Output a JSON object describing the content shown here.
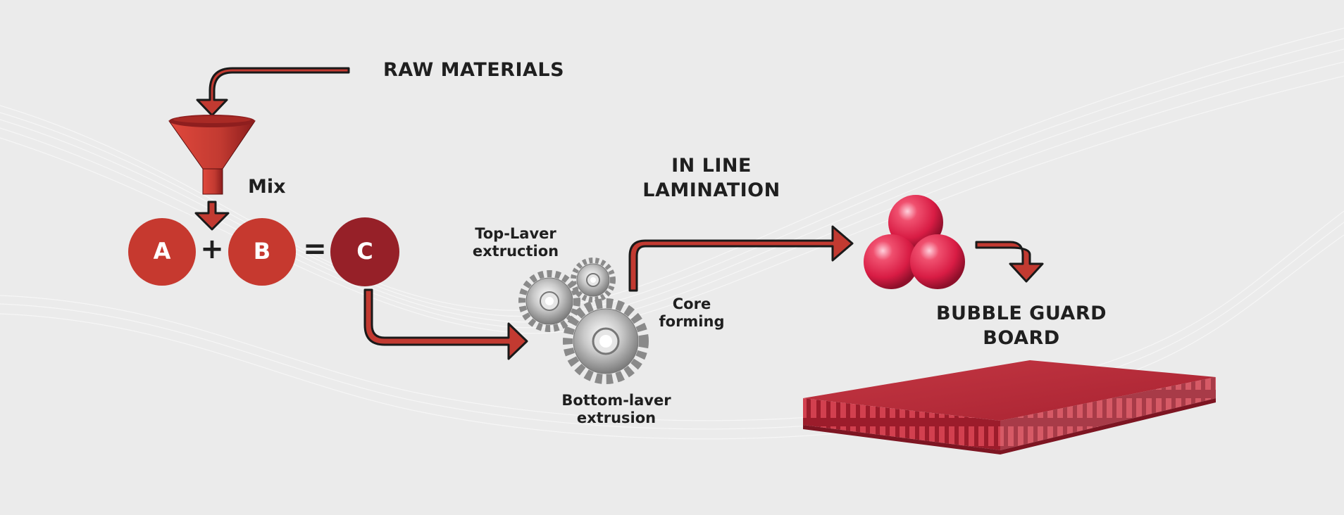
{
  "labels": {
    "raw_materials": "RAW MATERIALS",
    "mix": "Mix",
    "circle_a": "A",
    "circle_b": "B",
    "circle_c": "C",
    "plus": "+",
    "equals": "=",
    "top_layer": "Top-Laver\nextruction",
    "in_line": "IN LINE\nLAMINATION",
    "core_forming": "Core\nforming",
    "bottom_layer": "Bottom-laver\nextrusion",
    "bubble_guard": "BUBBLE GUARD\nBOARD"
  },
  "colors": {
    "background": "#ebebeb",
    "arrow_fill": "#c23a31",
    "arrow_outline": "#1a1a1a",
    "circle_ab": "#c6392f",
    "circle_c": "#962028",
    "board": "#b82a38",
    "bubble": "#e0244a"
  },
  "icons": [
    "funnel-icon",
    "gears-icon",
    "bubbles-icon",
    "board-icon"
  ]
}
